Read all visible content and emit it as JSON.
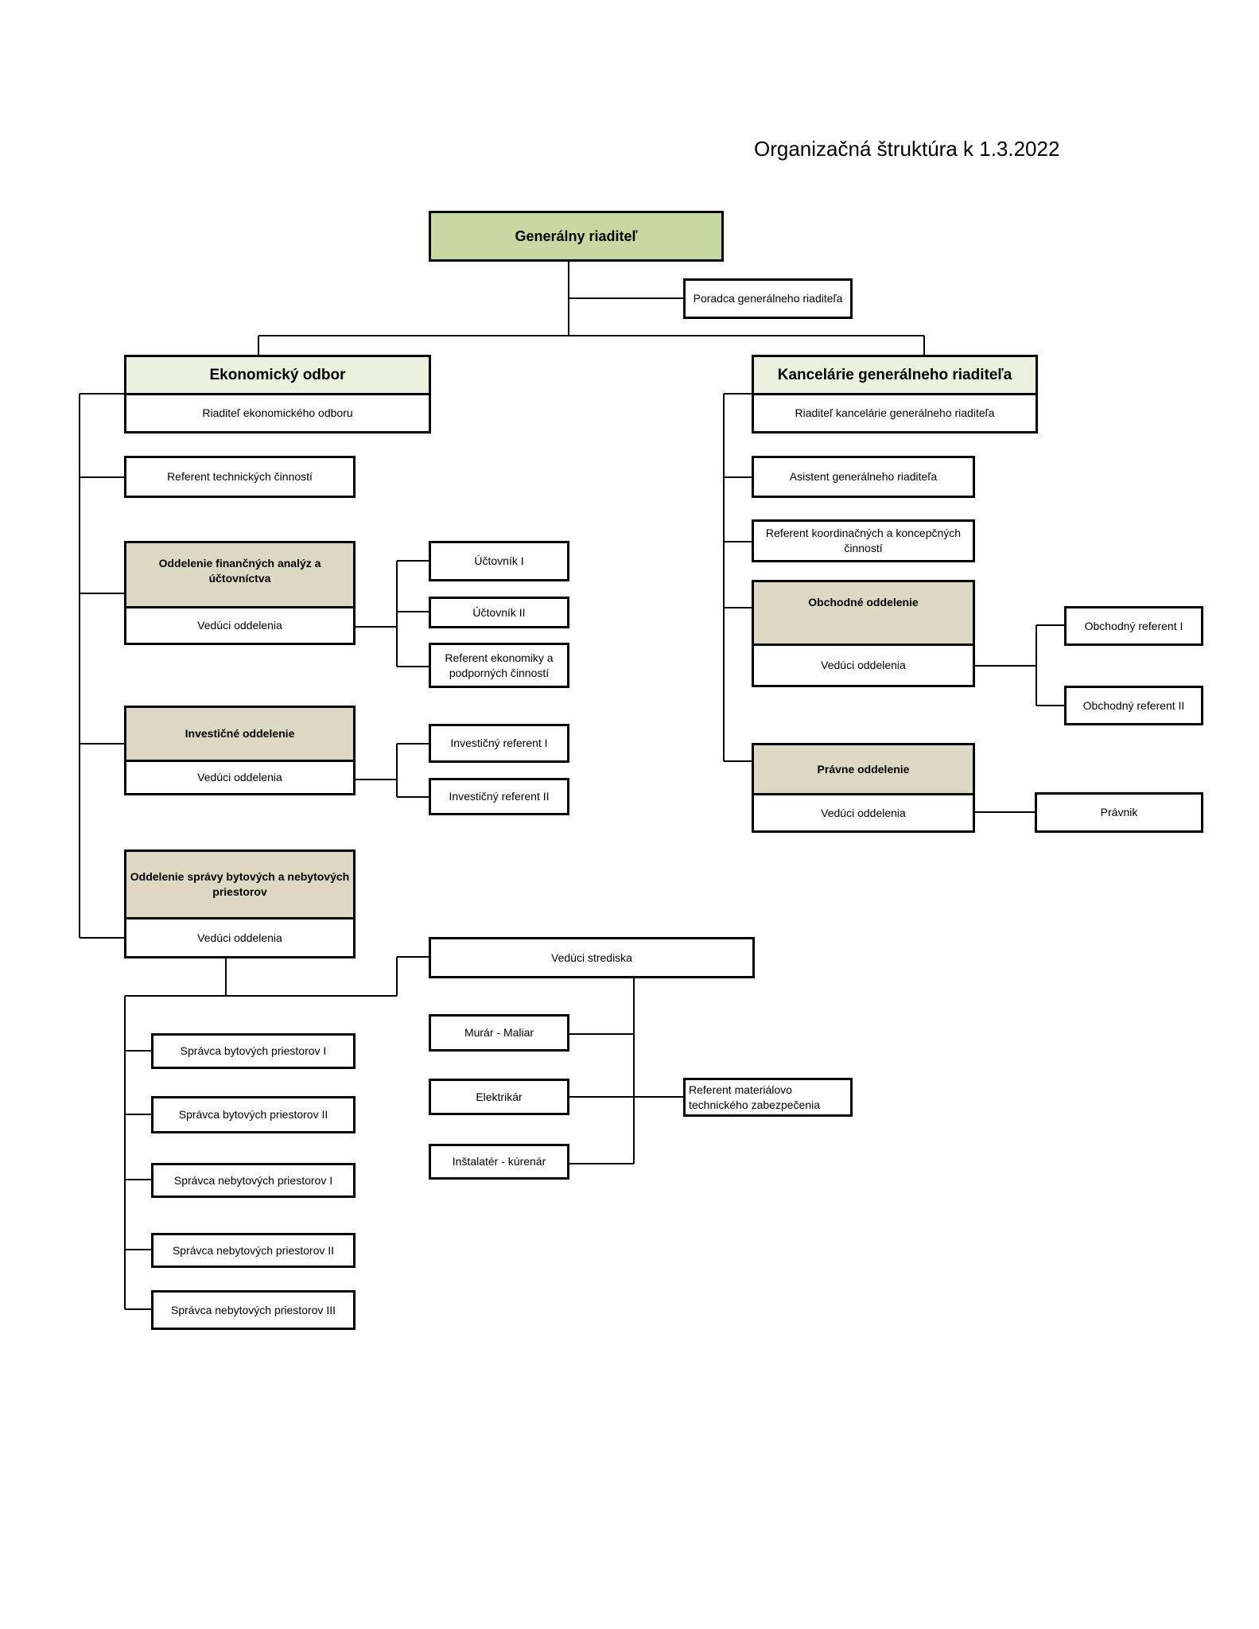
{
  "title": "Organizačná štruktúra k 1.3.2022",
  "colors": {
    "director": "#c6d9a0",
    "division": "#ebf1de",
    "department": "#ddd8c4",
    "line": "#000000"
  },
  "director": "Generálny riaditeľ",
  "advisor": "Poradca generálneho riaditeľa",
  "economic": {
    "name": "Ekonomický odbor",
    "head": "Riaditeľ ekonomického odboru",
    "tech_referent": "Referent technických činností",
    "finance": {
      "name": "Oddelenie finančných analýz a účtovníctva",
      "head": "Vedúci oddelenia",
      "staff": [
        "Účtovník I",
        "Účtovník II",
        "Referent ekonomiky a podporných činností"
      ]
    },
    "investment": {
      "name": "Investičné oddelenie",
      "head": "Vedúci oddelenia",
      "staff": [
        "Investičný referent I",
        "Investičný referent  II"
      ]
    },
    "property": {
      "name": "Oddelenie správy bytových a nebytových priestorov",
      "head": "Vedúci oddelenia",
      "managers": [
        "Správca bytových priestorov I",
        "Správca bytových priestorov II",
        "Správca nebytových priestorov I",
        "Správca nebytových priestorov II",
        "Správca nebytových priestorov III"
      ],
      "center": {
        "head": "Vedúci strediska",
        "workers": [
          "Murár - Maliar",
          "Elektrikár",
          "Inštalatér - kúrenár"
        ],
        "material_referent": "Referent materiálovo technického zabezpečenia"
      }
    }
  },
  "office": {
    "name": "Kancelárie generálneho riaditeľa",
    "head": "Riaditeľ kancelárie generálneho riaditeľa",
    "assistant": "Asistent generálneho riaditeľa",
    "coordination_referent": "Referent koordinačných a koncepčných činností",
    "commercial": {
      "name": "Obchodné oddelenie",
      "head": "Vedúci oddelenia",
      "staff": [
        "Obchodný referent I",
        "Obchodný referent  II"
      ]
    },
    "legal": {
      "name": "Právne oddelenie",
      "head": "Vedúci oddelenia",
      "staff": [
        "Právnik"
      ]
    }
  }
}
